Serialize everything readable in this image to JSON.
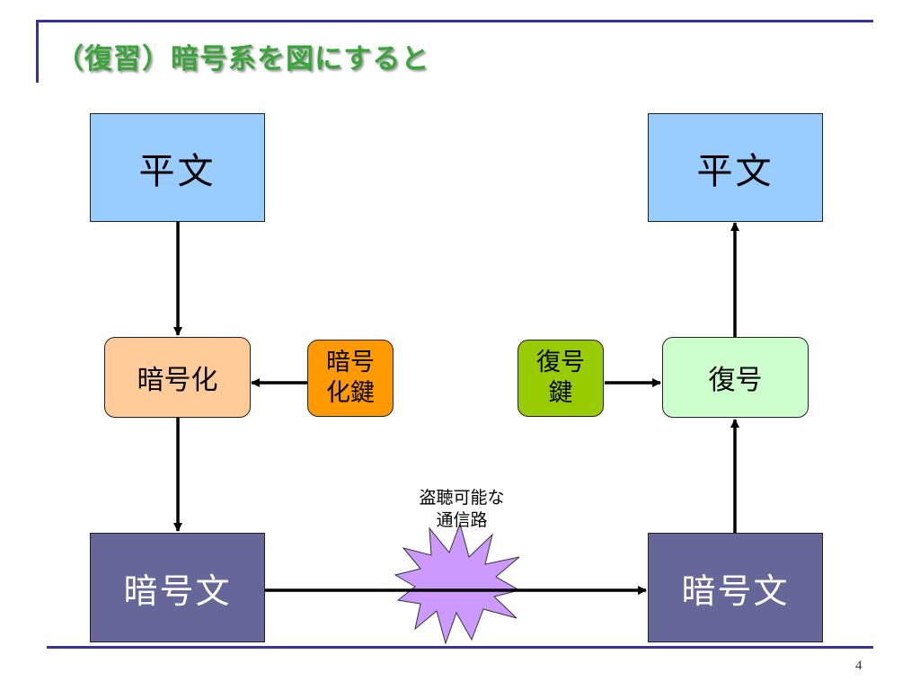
{
  "slide": {
    "title": "（復習）暗号系を図にすると",
    "page_number": "4"
  },
  "diagram": {
    "nodes": {
      "plaintext_left": "平文",
      "plaintext_right": "平文",
      "encrypt": "暗号化",
      "encrypt_key_line1": "暗号",
      "encrypt_key_line2": "化鍵",
      "decrypt": "復号",
      "decrypt_key_line1": "復号",
      "decrypt_key_line2": "鍵",
      "ciphertext_left": "暗号文",
      "ciphertext_right": "暗号文"
    },
    "channel_label_line1": "盗聴可能な",
    "channel_label_line2": "通信路"
  },
  "colors": {
    "title": "#3aa33a",
    "rules": "#33339a",
    "plaintext": "#99ccff",
    "ciphertext": "#666699",
    "encrypt": "#ffcc99",
    "encrypt_key": "#ff9900",
    "decrypt": "#ccffcc",
    "decrypt_key": "#99cc00",
    "burst": "#cc99ff"
  }
}
